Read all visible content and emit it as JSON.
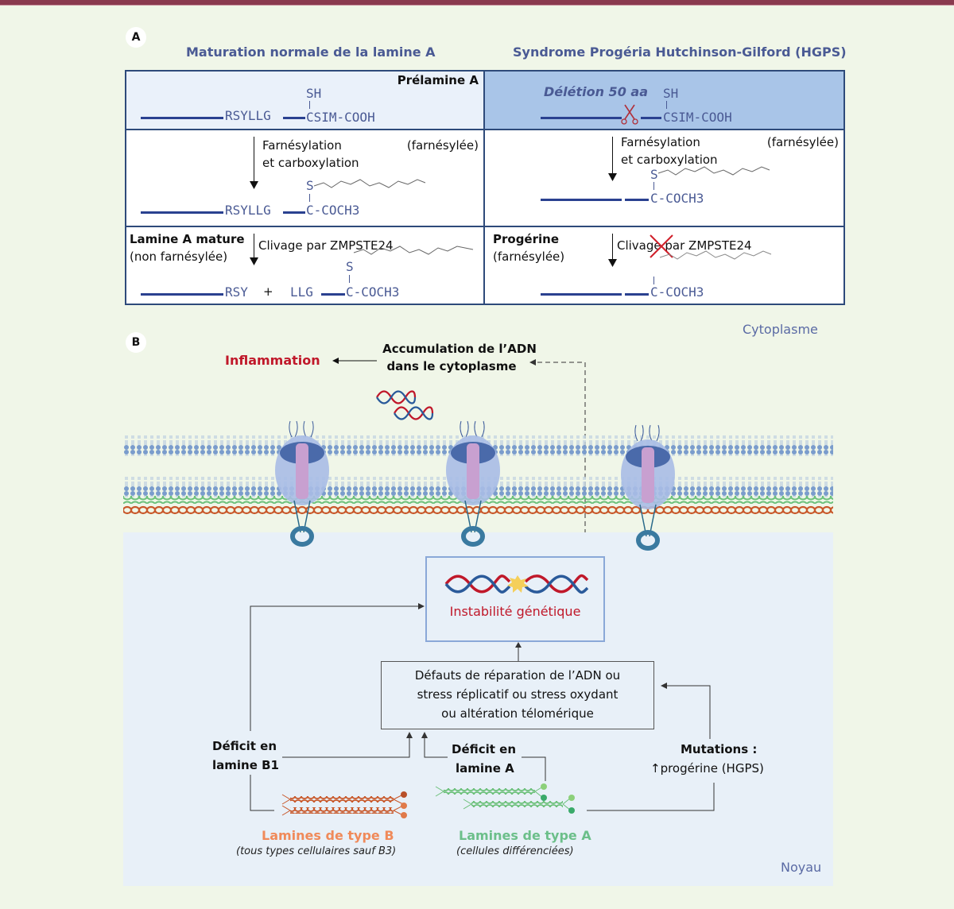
{
  "panel_a": {
    "badge": "A",
    "left_title": "Maturation normale de la lamine A",
    "right_title": "Syndrome Progéria Hutchinson-Gilford (HGPS)",
    "left": {
      "row1": {
        "label": "Prélamine A",
        "sh": "SH",
        "seq": "RSYLLG",
        "cterm": "CSIM-COOH"
      },
      "row2": {
        "step": [
          "Farnésylation",
          "et carboxylation"
        ],
        "state": "(farnésylée)",
        "s": "S",
        "seq": "RSYLLG",
        "cterm": "C-COCH3"
      },
      "row3": {
        "label": "Lamine A mature",
        "sublabel": "(non farnésylée)",
        "step": "Clivage par ZMPSTE24",
        "s": "S",
        "seq": "RSY",
        "plus": "+",
        "fragment": "LLG",
        "cterm": "C-COCH3"
      }
    },
    "right": {
      "row1": {
        "label": "Délétion 50 aa",
        "sh": "SH",
        "cterm": "CSIM-COOH",
        "icon": "scissors-icon"
      },
      "row2": {
        "step": [
          "Farnésylation",
          "et carboxylation"
        ],
        "state": "(farnésylée)",
        "s": "S",
        "cterm": "C-COCH3"
      },
      "row3": {
        "label": "Progérine",
        "sublabel": "(farnésylée)",
        "step": "Clivage par ZMPSTE24",
        "blocked_icon": "cross-icon",
        "cterm": "C-COCH3"
      }
    }
  },
  "panel_b": {
    "badge": "B",
    "cytoplasm_label": "Cytoplasme",
    "nucleus_label": "Noyau",
    "inflammation": "Inflammation",
    "accumulation": [
      "Accumulation de l’ADN",
      "dans le cytoplasme"
    ],
    "instability": "Instabilité génétique",
    "defects": [
      "Défauts de réparation de l’ADN ou",
      "stress réplicatif ou stress oxydant",
      "ou altération télomérique"
    ],
    "deficit_b1": [
      "Déficit en",
      "lamine B1"
    ],
    "deficit_a": [
      "Déficit en",
      "lamine A"
    ],
    "mutations": {
      "title": "Mutations :",
      "text": "↑progérine (HGPS)"
    },
    "lamin_b": {
      "title": "Lamines de type B",
      "subtitle": "(tous types cellulaires sauf B3)",
      "color": "#f08a5a"
    },
    "lamin_a": {
      "title": "Lamines de type A",
      "subtitle": "(cellules différenciées)",
      "color": "#6cbf8a"
    },
    "colors": {
      "red": "#c0182a",
      "navy": "#2a4190",
      "membrane": "#7a9ccc"
    }
  }
}
